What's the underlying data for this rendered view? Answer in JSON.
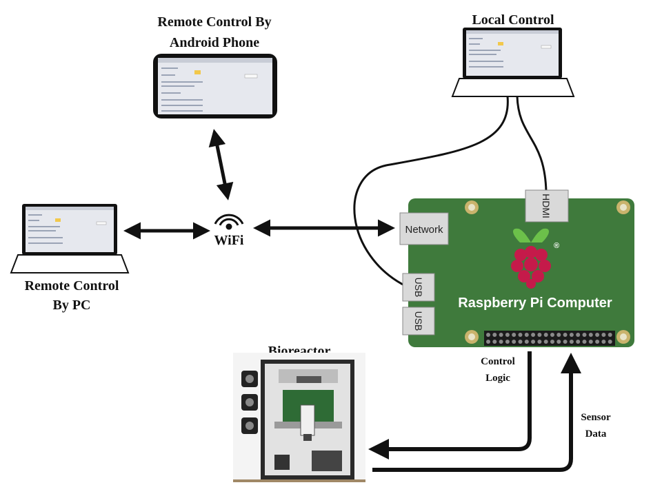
{
  "labels": {
    "android_title_line1": "Remote Control By",
    "android_title_line2": "Android Phone",
    "local_control": "Local Control",
    "pc_title_line1": "Remote Control",
    "pc_title_line2": "By PC",
    "wifi": "WiFi",
    "bioreactor": "Bioreactor",
    "control_logic_line1": "Control",
    "control_logic_line2": "Logic",
    "sensor_data_line1": "Sensor",
    "sensor_data_line2": "Data"
  },
  "board": {
    "name": "Raspberry Pi Computer",
    "registered_mark": "®",
    "ports": {
      "network": "Network",
      "usb1": "USB",
      "usb2": "USB",
      "hdmi": "HDMI"
    }
  },
  "colors": {
    "pcb_green": "#3f7a3c",
    "pcb_dark": "#2f5f2d",
    "arrow": "#111111",
    "raspberry": "#c51a4a",
    "leaf": "#6cc04a",
    "port_gray": "#d9d9d9"
  }
}
